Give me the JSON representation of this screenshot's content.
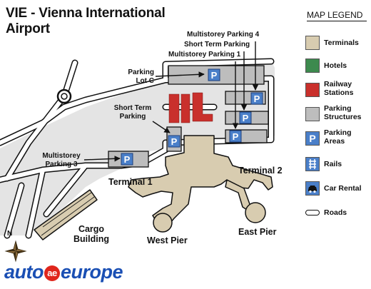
{
  "title": "VIE - Vienna International Airport",
  "legend": {
    "title": "MAP LEGEND",
    "items": [
      {
        "label": "Terminals",
        "color": "#d8ccb0",
        "icon": "terminal-swatch"
      },
      {
        "label": "Hotels",
        "color": "#3d8a4e",
        "icon": "hotel-swatch"
      },
      {
        "label": "Railway Stations",
        "color": "#c9302c",
        "icon": "railway-swatch"
      },
      {
        "label": "Parking Structures",
        "color": "#bdbdbd",
        "icon": "parking-structure-swatch"
      },
      {
        "label": "Parking Areas",
        "color": "#4a7fc9",
        "icon": "parking-icon"
      },
      {
        "label": "Rails",
        "color": "#4a7fc9",
        "icon": "rails-icon"
      },
      {
        "label": "Car Rental",
        "color": "#4a7fc9",
        "icon": "car-rental-icon"
      },
      {
        "label": "Roads",
        "color": "#ffffff",
        "icon": "road-swatch"
      }
    ]
  },
  "labels": {
    "multistorey_4": "Multistorey Parking 4",
    "short_term_top": "Short Term Parking",
    "multistorey_1": "Multistorey Parking 1",
    "parking_lot_c": "Parking Lot C",
    "short_term_left": "Short Term Parking",
    "multistorey_3": "Multistorey Parking 3",
    "terminal_1": "Terminal 1",
    "terminal_2": "Terminal 2",
    "cargo": "Cargo Building",
    "west_pier": "West Pier",
    "east_pier": "East Pier",
    "north": "N",
    "parking_letter": "P"
  },
  "brand": {
    "part1": "auto",
    "badge": "ae",
    "part2": "europe",
    "color": "#1a4fb4"
  }
}
